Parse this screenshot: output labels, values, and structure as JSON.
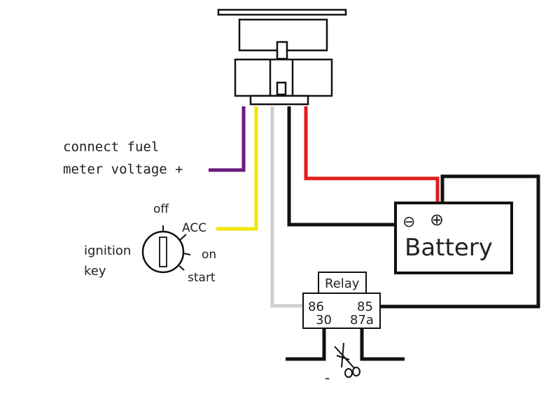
{
  "labels": {
    "fuel_line1": "connect fuel",
    "fuel_line2": "meter voltage +",
    "ignition_line1": "ignition",
    "ignition_line2": "key",
    "off": "off",
    "acc": "ACC",
    "on": "on",
    "start": "start",
    "relay": "Relay",
    "pin86": "86",
    "pin85": "85",
    "pin30": "30",
    "pin87a": "87a",
    "battery": "Battery",
    "battery_minus": "⊖",
    "battery_plus": "⊕",
    "cut_minus": "-"
  },
  "wire_colors": {
    "purple": "#6a1b7d",
    "yellow": "#f2e600",
    "white": "#cfcfcf",
    "black": "#111111",
    "red": "#e01e1e"
  },
  "icons": {
    "scissors": "scissors-icon",
    "ignition": "ignition-key-icon"
  }
}
